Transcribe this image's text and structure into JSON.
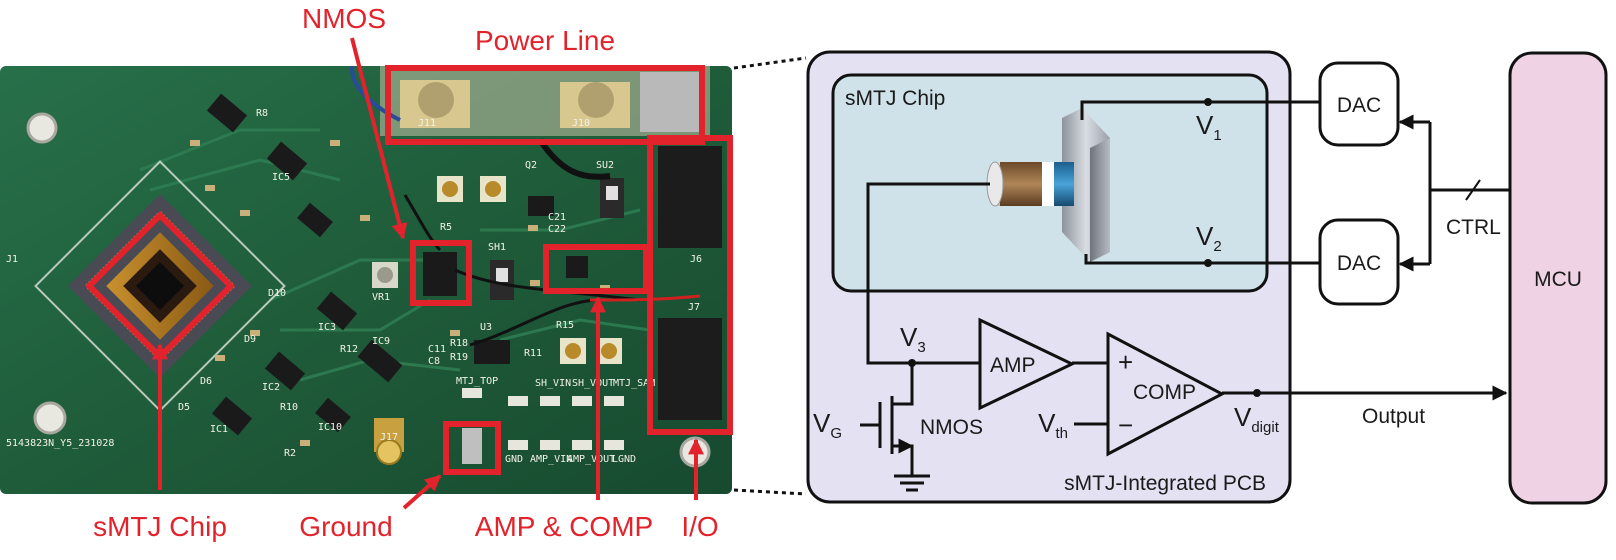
{
  "photo_labels": {
    "nmos": "NMOS",
    "power_line": "Power Line",
    "smtj_chip": "sMTJ Chip",
    "ground": "Ground",
    "amp_comp": "AMP & COMP",
    "io": "I/O"
  },
  "pcb_silkscreen": {
    "board_id": "5143823N_Y5_231028",
    "pad_labels_top": [
      "MTJ_TOP",
      "SH_VIN",
      "SH_VOUT",
      "MTJ_SAM"
    ],
    "pad_labels_bottom": [
      "GND",
      "AMP_VIN",
      "AMP_VOUT",
      "LGND"
    ],
    "parts": [
      "J11",
      "J10",
      "J7",
      "J6",
      "J17",
      "J1",
      "U3",
      "SH1",
      "SU2",
      "R5",
      "R15",
      "R11",
      "R18",
      "R19",
      "C11",
      "C8",
      "C22",
      "C21",
      "Q2",
      "IC1",
      "IC2",
      "IC3",
      "IC5",
      "IC9",
      "IC10",
      "VR1",
      "R12",
      "R10",
      "R2",
      "R8",
      "D5",
      "D6",
      "D9",
      "D10"
    ]
  },
  "schematic": {
    "pcb_label": "sMTJ-Integrated PCB",
    "chip_label": "sMTJ Chip",
    "v1": {
      "base": "V",
      "sub": "1"
    },
    "v2": {
      "base": "V",
      "sub": "2"
    },
    "v3": {
      "base": "V",
      "sub": "3"
    },
    "vg": {
      "base": "V",
      "sub": "G"
    },
    "vth": {
      "base": "V",
      "sub": "th"
    },
    "vdigit": {
      "base": "V",
      "sub": "digit"
    },
    "nmos": "NMOS",
    "amp": "AMP",
    "comp": "COMP",
    "plus": "+",
    "minus": "−",
    "dac_top": "DAC",
    "dac_bottom": "DAC",
    "ctrl": "CTRL",
    "mcu": "MCU",
    "output": "Output"
  },
  "colors": {
    "annotation_red": "#e3232c",
    "pcb_green": "#1f5c3a",
    "pcb_panel_fill": "#e4e1f2",
    "chip_panel_fill": "#cfe2ea",
    "mcu_fill": "#efd2e3"
  }
}
